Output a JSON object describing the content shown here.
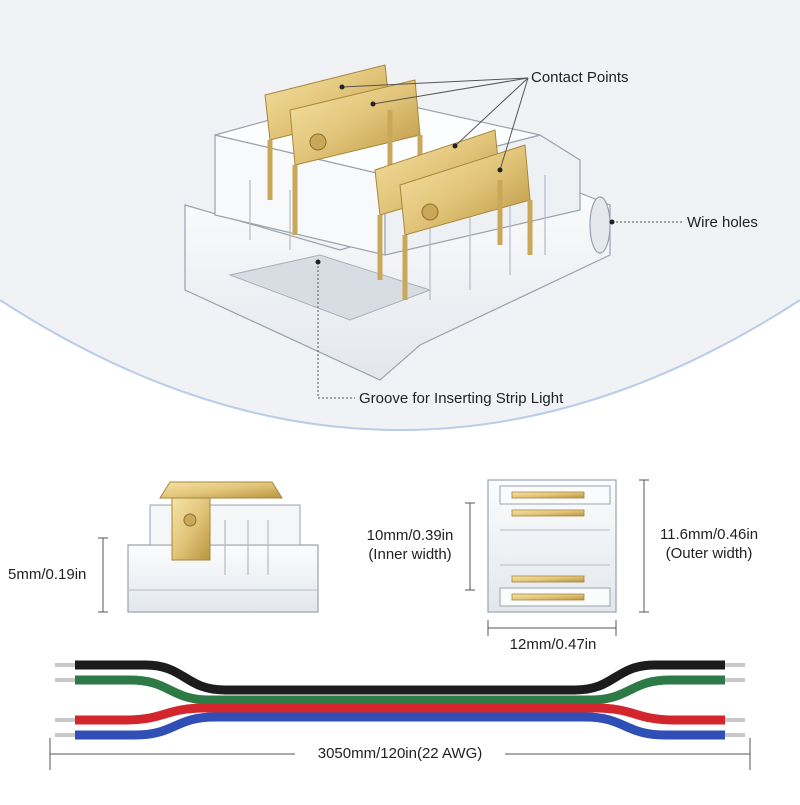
{
  "colors": {
    "top_panel_bg": "#f1f2f5",
    "arc_line": "#b9cde8",
    "gold": "#e2c57a",
    "gold_dark": "#b8953f",
    "clear_plastic": "#f4f6f8",
    "wire_black": "#1c1c1c",
    "wire_green": "#2d7a47",
    "wire_red": "#d2262c",
    "wire_blue": "#2f4fb6",
    "text": "#222222"
  },
  "callouts": {
    "contact_points": "Contact Points",
    "wire_holes": "Wire holes",
    "groove": "Groove for Inserting Strip Light"
  },
  "dimensions": {
    "height": "5mm/0.19in",
    "inner_width_value": "10mm/0.39in",
    "inner_width_caption": "(Inner width)",
    "outer_width_value": "11.6mm/0.46in",
    "outer_width_caption": "(Outer width)",
    "length": "12mm/0.47in",
    "cable": "3050mm/120in(22 AWG)"
  },
  "wires": [
    "black",
    "green",
    "red",
    "blue"
  ]
}
